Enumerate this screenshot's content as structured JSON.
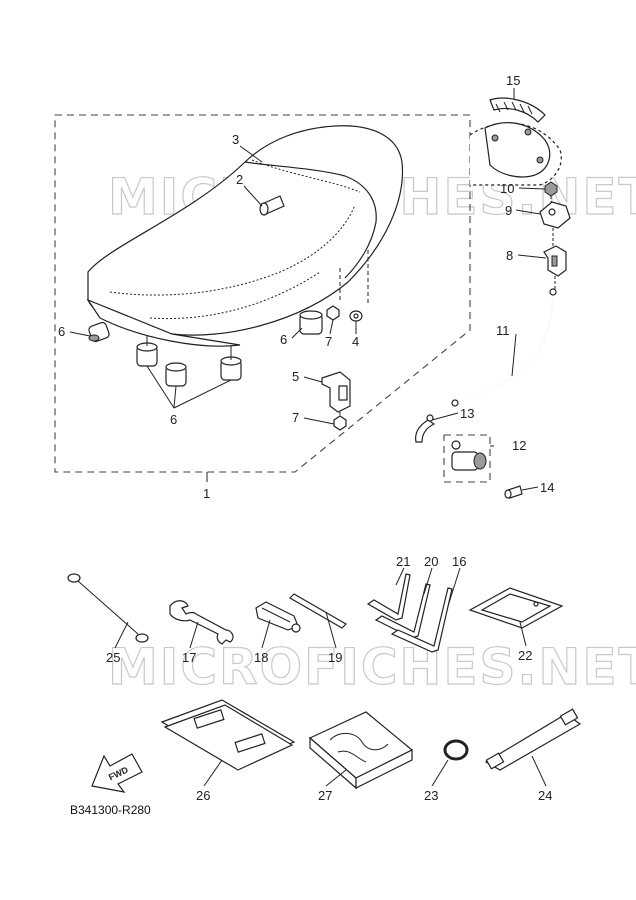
{
  "watermark": "MICROFICHES.NET",
  "fwd_label": "FWD",
  "reference_code": "B341300-R280",
  "callouts": {
    "n1": "1",
    "n2": "2",
    "n3": "3",
    "n4": "4",
    "n5": "5",
    "n6a": "6",
    "n6b": "6",
    "n6c": "6",
    "n7a": "7",
    "n7b": "7",
    "n8": "8",
    "n9": "9",
    "n10": "10",
    "n11": "11",
    "n12": "12",
    "n13": "13",
    "n14": "14",
    "n15": "15",
    "n16": "16",
    "n17": "17",
    "n18": "18",
    "n19": "19",
    "n20": "20",
    "n21": "21",
    "n22": "22",
    "n23": "23",
    "n24": "24",
    "n25": "25",
    "n26": "26",
    "n27": "27"
  }
}
